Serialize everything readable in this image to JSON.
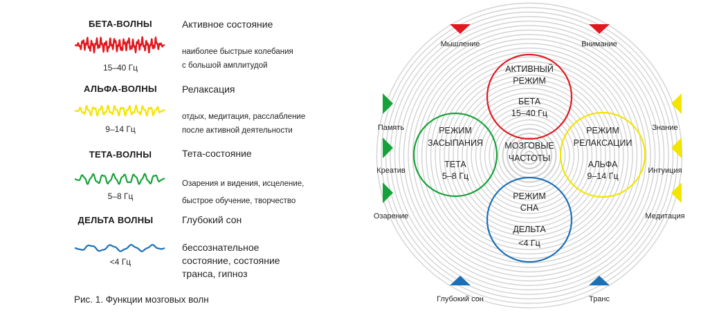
{
  "waves": [
    {
      "name": "БЕТА-ВОЛНЫ",
      "freq": "15–40 Гц",
      "state": "Активное состояние",
      "desc": [
        "наиболее быстрые колебания",
        "с большой амплитудой"
      ],
      "color": "#e0191f",
      "icon": "beta-wave-icon"
    },
    {
      "name": "АЛЬФА-ВОЛНЫ",
      "freq": "9–14 Гц",
      "state": "Релаксация",
      "desc": [
        "отдых, медитация, расслабление",
        "после активной деятельности"
      ],
      "color": "#f2e500",
      "icon": "alpha-wave-icon"
    },
    {
      "name": "ТЕТА-ВОЛНЫ",
      "freq": "5–8 Гц",
      "state": "Тета-состояние",
      "desc": [
        "Озарения и видения, исцеление,",
        "быстрое обучение, творчество"
      ],
      "color": "#16a23a",
      "icon": "theta-wave-icon"
    },
    {
      "name": "ДЕЛЬТА ВОЛНЫ",
      "freq": "<4 Гц",
      "state": "Глубокий сон",
      "desc": [
        "бессознательное",
        "состояние, состояние",
        "транса, гипноз"
      ],
      "color": "#1a6fb5",
      "icon": "delta-wave-icon"
    }
  ],
  "caption": "Рис. 1. Функции мозговых волн",
  "diagram": {
    "center": [
      "МОЗГОВЫЕ",
      "ЧАСТОТЫ"
    ],
    "modes": [
      {
        "lines": [
          "АКТИВНЫЙ",
          "РЕЖИМ",
          "",
          "БЕТА",
          "15–40 Гц"
        ],
        "color": "#e0191f"
      },
      {
        "lines": [
          "РЕЖИМ",
          "ЗАСЫПАНИЯ",
          "",
          "ТЕТА",
          "5–8 Гц"
        ],
        "color": "#16a23a"
      },
      {
        "lines": [
          "РЕЖИМ",
          "РЕЛАКСАЦИИ",
          "",
          "АЛЬФА",
          "9–14 Гц"
        ],
        "color": "#f2e500"
      },
      {
        "lines": [
          "РЕЖИМ",
          "СНА",
          "",
          "ДЕЛЬТА",
          "<4 Гц"
        ],
        "color": "#1a6fb5"
      }
    ],
    "markers": [
      {
        "label": "Мышление",
        "color": "#e0191f",
        "icon": "triangle-down-icon"
      },
      {
        "label": "Внимание",
        "color": "#e0191f",
        "icon": "triangle-down-icon"
      },
      {
        "label": "Память",
        "color": "#16a23a",
        "icon": "triangle-right-icon"
      },
      {
        "label": "Креатив",
        "color": "#16a23a",
        "icon": "triangle-right-icon"
      },
      {
        "label": "Озарение",
        "color": "#16a23a",
        "icon": "triangle-right-icon"
      },
      {
        "label": "Знание",
        "color": "#f2e500",
        "icon": "triangle-left-icon"
      },
      {
        "label": "Интуиция",
        "color": "#f2e500",
        "icon": "triangle-left-icon"
      },
      {
        "label": "Медитация",
        "color": "#f2e500",
        "icon": "triangle-left-icon"
      },
      {
        "label": "Глубокий сон",
        "color": "#1a6fb5",
        "icon": "triangle-up-icon"
      },
      {
        "label": "Транс",
        "color": "#1a6fb5",
        "icon": "triangle-up-icon"
      }
    ]
  }
}
